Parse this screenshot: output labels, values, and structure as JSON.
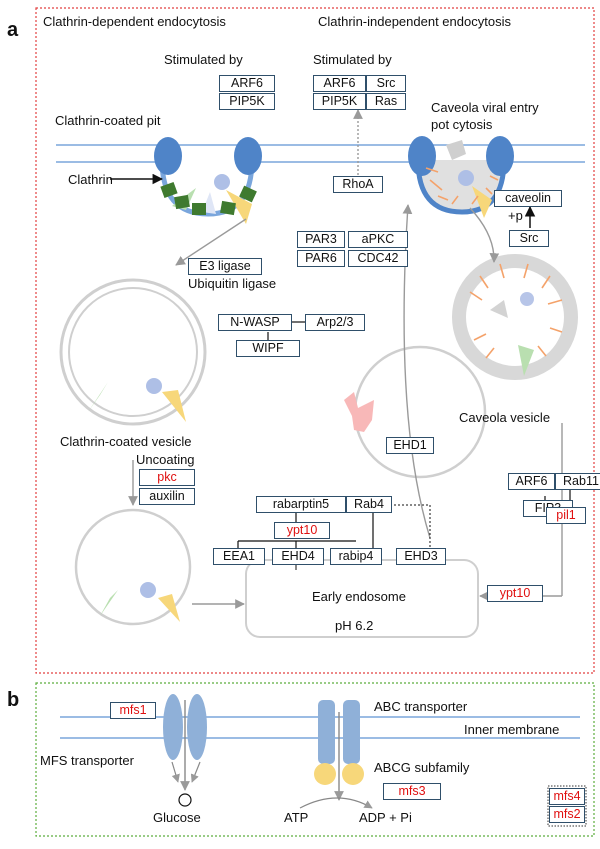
{
  "panel_a": {
    "letter": "a",
    "header_left": "Clathrin-dependent endocytosis",
    "header_right": "Clathrin-independent endocytosis",
    "stimulated_left": "Stimulated by",
    "stimulated_right": "Stimulated by",
    "clathrin_coated_pit": "Clathrin-coated pit",
    "caveola_entry_1": "Caveola viral entry",
    "caveola_entry_2": "pot cytosis",
    "clathrin": "Clathrin",
    "plus_p": "+p",
    "e3_ubiquitin": "Ubiquitin ligase",
    "clathrin_coated_vesicle": "Clathrin-coated vesicle",
    "uncoating": "Uncoating",
    "caveola_vesicle": "Caveola vesicle",
    "early_endosome": "Early endosome",
    "ph": "pH 6.2",
    "boxes": {
      "arf6_l": "ARF6",
      "pip5k_l": "PIP5K",
      "arf6_r": "ARF6",
      "src_r": "Src",
      "pip5k_r": "PIP5K",
      "ras_r": "Ras",
      "rhoa": "RhoA",
      "caveolin": "caveolin",
      "src_small": "Src",
      "par3": "PAR3",
      "apkc": "aPKC",
      "par6": "PAR6",
      "cdc42": "CDC42",
      "e3_ligase": "E3 ligase",
      "nwasp": "N-WASP",
      "arp23": "Arp2/3",
      "wipf": "WIPF",
      "pkc": "pkc",
      "auxilin": "auxilin",
      "ehd1": "EHD1",
      "arf6_b": "ARF6",
      "rab11": "Rab11",
      "fip3": "FIP3",
      "pil1": "pil1",
      "rabarptin5": "rabarptin5",
      "rab4": "Rab4",
      "ypt10_a": "ypt10",
      "eea1": "EEA1",
      "ehd4": "EHD4",
      "rabip4": "rabip4",
      "ehd3": "EHD3",
      "ypt10_b": "ypt10"
    }
  },
  "panel_b": {
    "letter": "b",
    "mfs1": "mfs1",
    "mfs_transporter": "MFS transporter",
    "glucose": "Glucose",
    "abc_transporter": "ABC transporter",
    "inner_membrane": "Inner membrane",
    "abcg_subfamily": "ABCG subfamily",
    "mfs3": "mfs3",
    "atp": "ATP",
    "adp_pi": "ADP + Pi",
    "mfs4": "mfs4",
    "mfs2": "mfs2"
  },
  "colors": {
    "frame_a": "#e24040",
    "frame_b": "#5cae3e",
    "membrane": "#6f9fd8",
    "protein": "#4f84c8",
    "gene_red": "#e01010",
    "box_border": "#2f4f6a",
    "vesicle_gray": "#bdbdbd",
    "green_shape": "#3f7a2f",
    "yellow_shape": "#f7d77a",
    "caveolin_orange": "#f4a26a"
  }
}
